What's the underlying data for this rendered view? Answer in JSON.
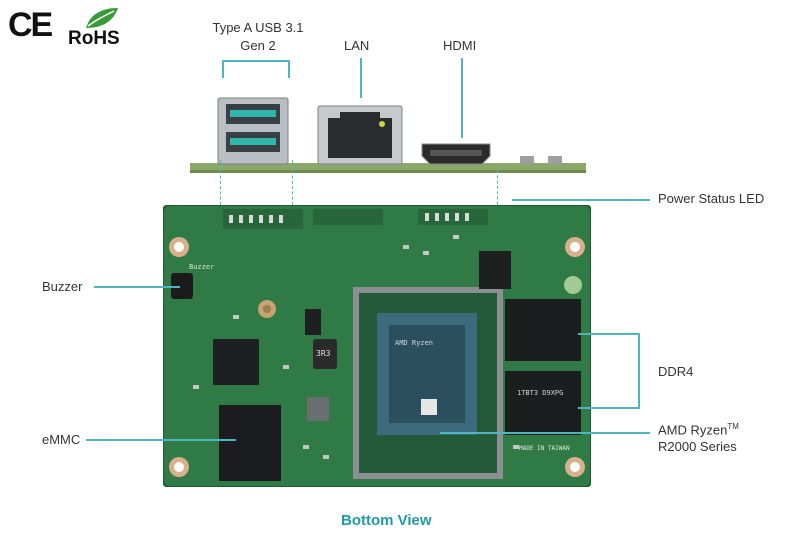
{
  "certifications": {
    "ce": "CE",
    "rohs": "RoHS"
  },
  "labels": {
    "usb": [
      "Type A USB 3.1",
      "Gen 2"
    ],
    "lan": "LAN",
    "hdmi": "HDMI",
    "power_led": "Power Status LED",
    "buzzer": "Buzzer",
    "ddr4": "DDR4",
    "emmc": "eMMC",
    "cpu": [
      "AMD Ryzen",
      "TM",
      "R2000 Series"
    ]
  },
  "caption": "Bottom View",
  "board_text": {
    "buzzer_silk": "Buzzer",
    "inductor": "3R3",
    "cpu_mark": "AMD Ryzen",
    "ddr_chip_1": "1TBT3 D9XPG",
    "made_in": "MADE IN TAIWAN"
  },
  "colors": {
    "accent": "#1e9aa6",
    "pcb": "#2f7a45",
    "leader": "#4fb6bf"
  }
}
